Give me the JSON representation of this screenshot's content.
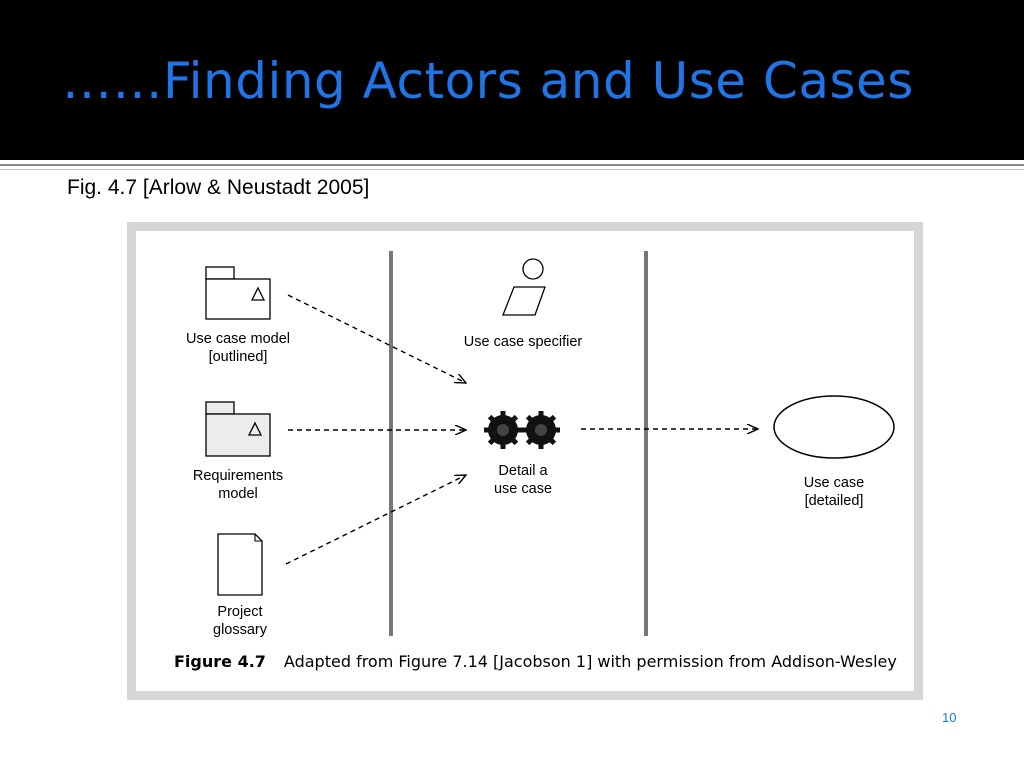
{
  "slide": {
    "title": "……Finding Actors and Use Cases",
    "caption": "Fig. 4.7 [Arlow & Neustadt 2005]",
    "page_number": "10"
  },
  "figure": {
    "artifacts": [
      {
        "line1": "Use case model",
        "line2": "[outlined]",
        "icon": "package-icon"
      },
      {
        "line1": "Requirements",
        "line2": "model",
        "icon": "package-icon"
      },
      {
        "line1": "Project",
        "line2": "glossary",
        "icon": "document-icon"
      }
    ],
    "worker": {
      "label": "Use case specifier",
      "icon": "worker-icon"
    },
    "activity": {
      "line1": "Detail a",
      "line2": "use case",
      "icon": "gear-icon"
    },
    "output": {
      "line1": "Use case",
      "line2": "[detailed]",
      "icon": "use-case-ellipse-icon"
    },
    "caption_label": "Figure 4.7",
    "caption_text": "Adapted from Figure 7.14 [Jacobson 1] with permission from Addison-Wesley"
  }
}
